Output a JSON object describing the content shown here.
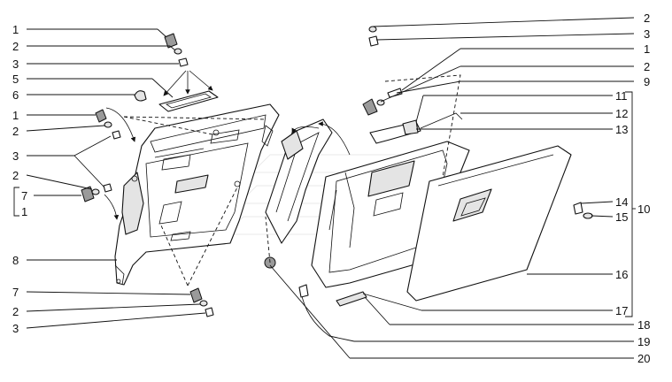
{
  "diagram": {
    "callouts_left": [
      "1",
      "2",
      "3",
      "5",
      "6",
      "1",
      "2",
      "3",
      "2",
      "7",
      "1",
      "8",
      "7",
      "2",
      "3"
    ],
    "callouts_right": [
      "2",
      "3",
      "1",
      "2",
      "9",
      "11",
      "12",
      "13",
      "10",
      "14",
      "15",
      "16",
      "17",
      "18",
      "19",
      "20"
    ],
    "watermark_lettering": "PARTS"
  }
}
